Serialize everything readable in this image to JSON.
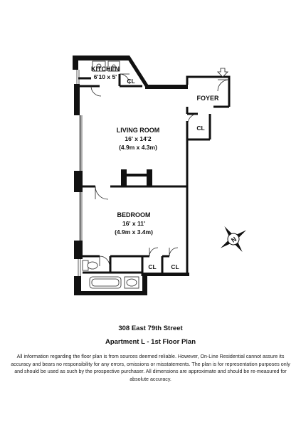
{
  "rooms": {
    "kitchen": {
      "name": "KITCHEN",
      "size": "6'10 x 5'"
    },
    "living_room": {
      "name": "LIVING ROOM",
      "size_ft": "16' x 14'2",
      "size_m": "(4.9m x 4.3m)"
    },
    "bedroom": {
      "name": "BEDROOM",
      "size_ft": "16' x 11'",
      "size_m": "(4.9m x 3.4m)"
    },
    "foyer": {
      "name": "FOYER"
    },
    "closets": [
      "CL",
      "CL",
      "CL",
      "CL"
    ]
  },
  "compass": {
    "letter": "N"
  },
  "footer": {
    "address": "308 East 79th Street",
    "apartment": "Apartment L - 1st Floor Plan",
    "disclaimer": "All information regarding the floor plan is from sources deemed reliable. However, On-Line Residential cannot assure its accuracy and bears no responsibility for any errors, omissions or misstatements. The plan is for representation purposes only and should be used as such by the prospective purchaser. All dimensions are approximate and should be re-measured for absolute accuracy."
  }
}
